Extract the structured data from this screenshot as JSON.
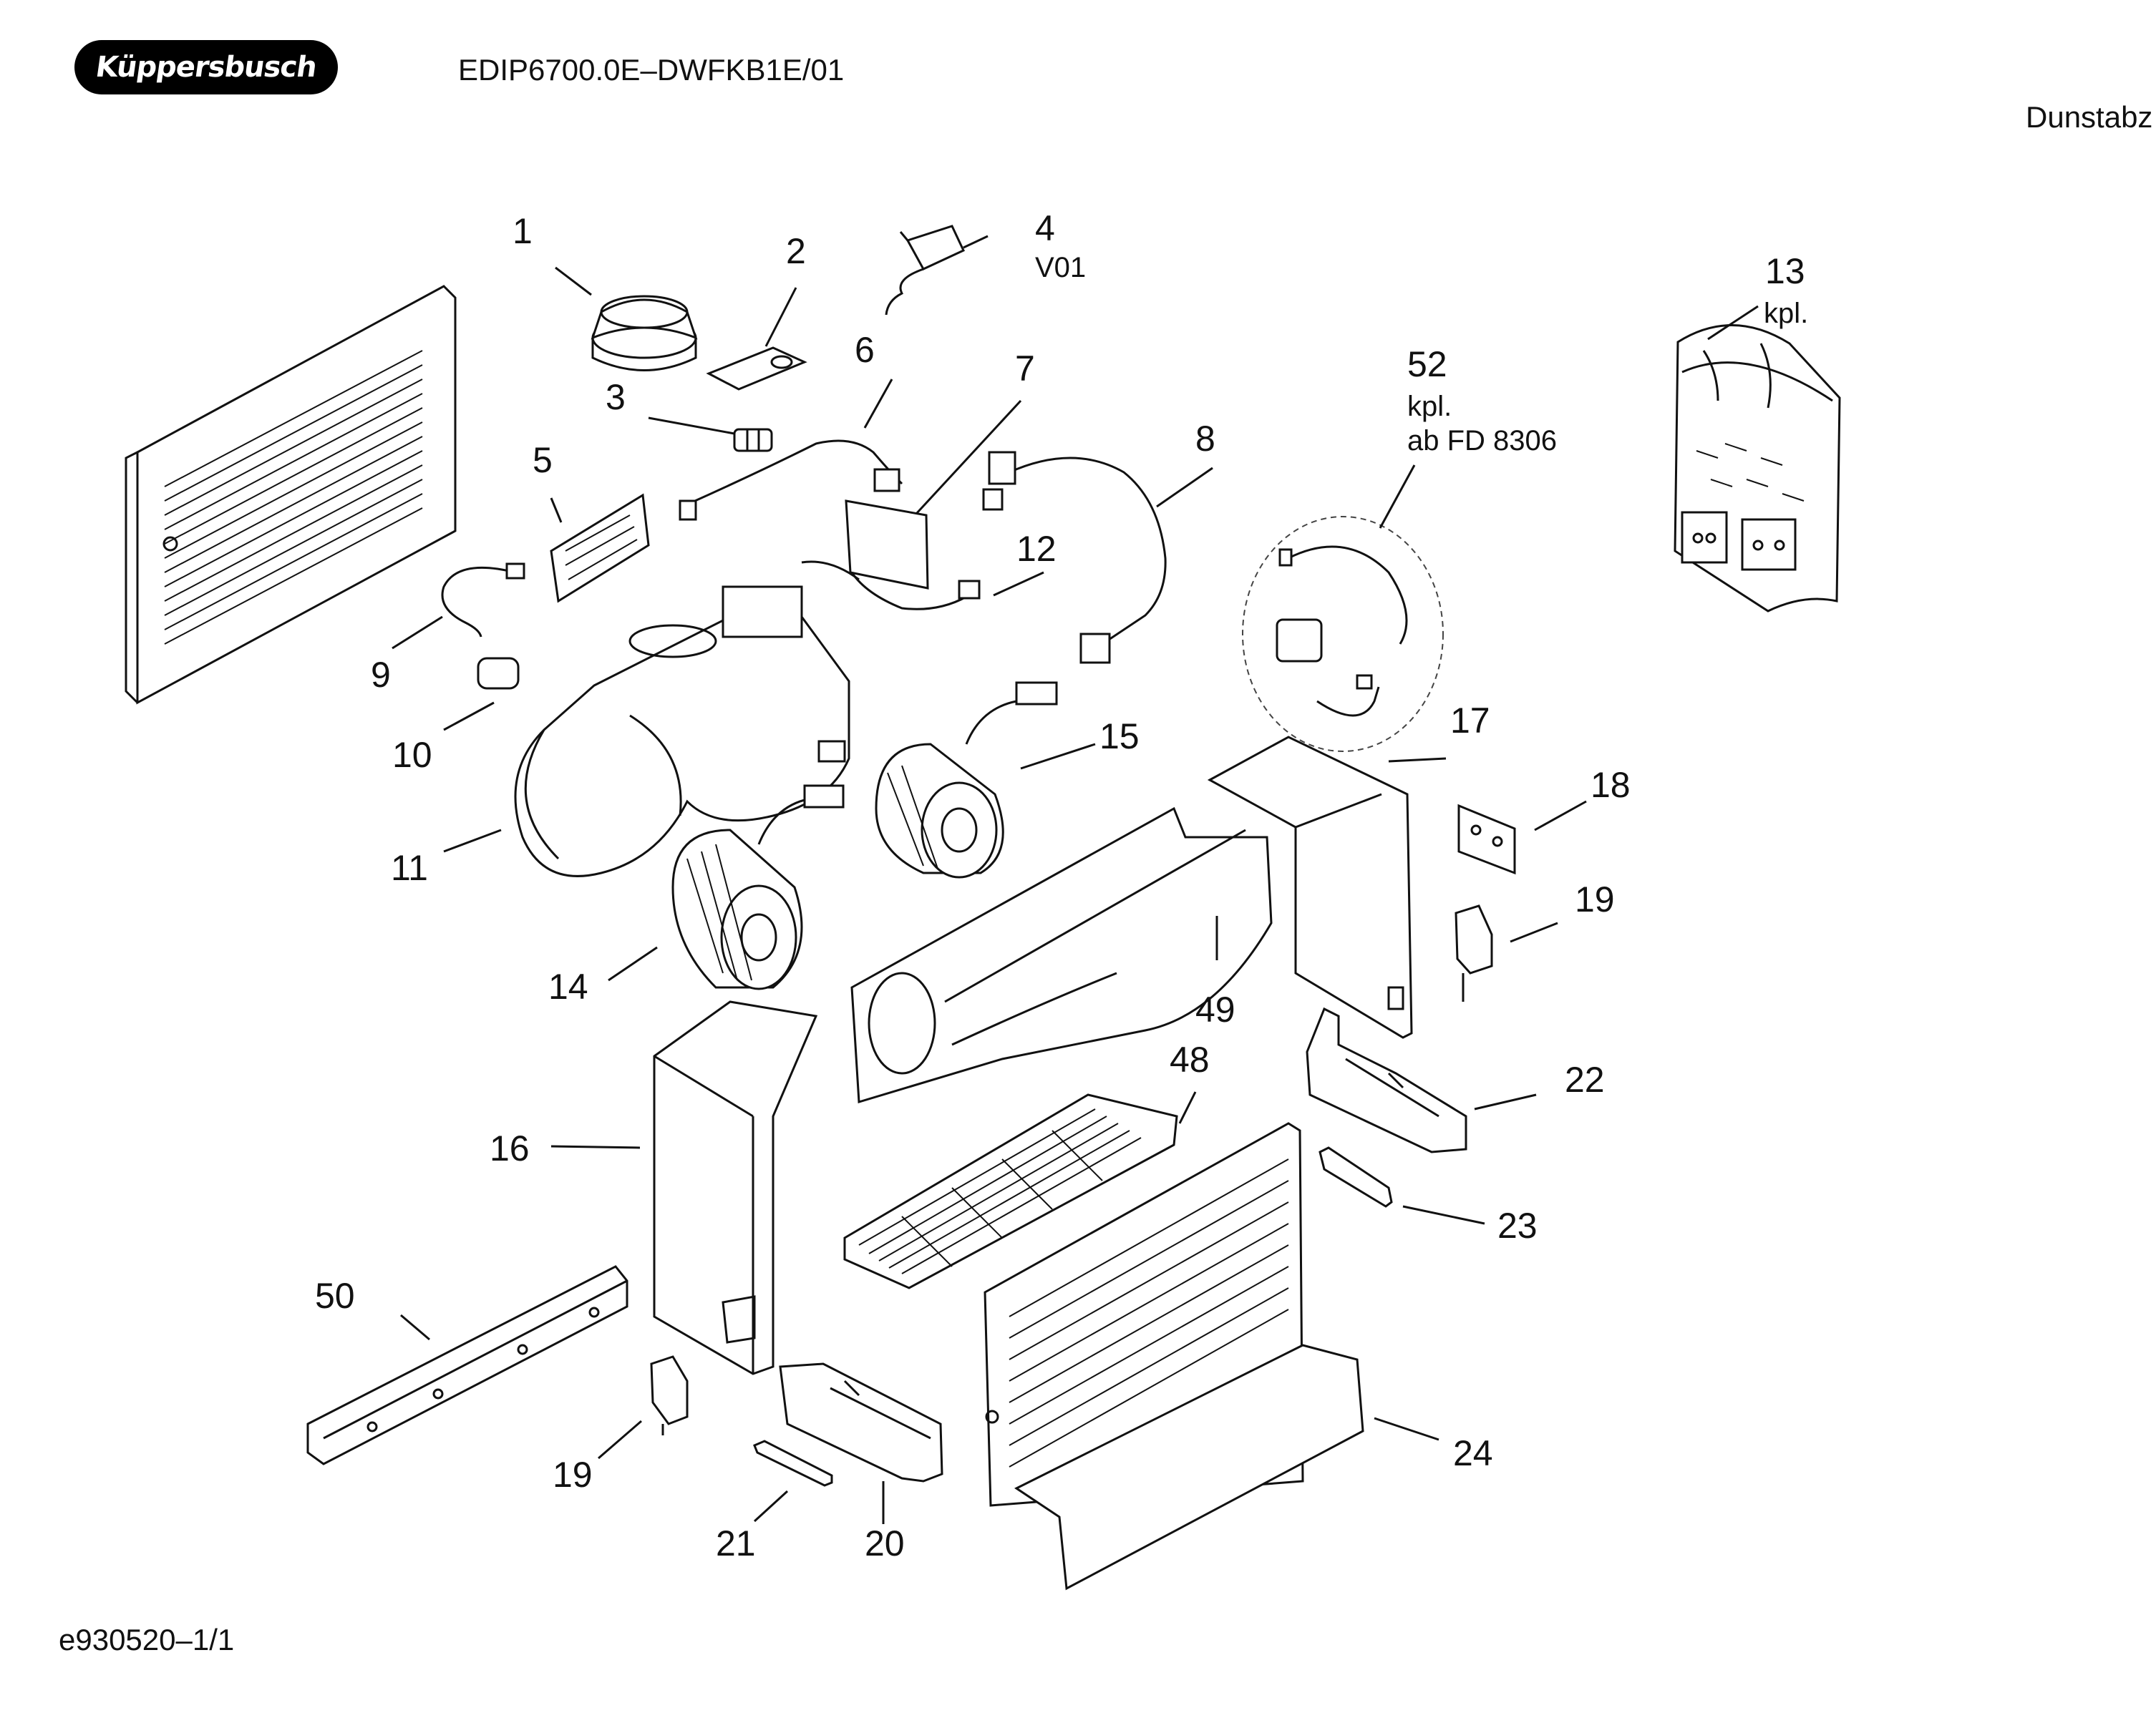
{
  "header": {
    "brand": "Küppersbusch",
    "model_code": "EDIP6700.0E–DWFKB1E/01",
    "category": "Dunstabz"
  },
  "footer": {
    "drawing_id": "e930520–1/1"
  },
  "parts": {
    "p1": "1",
    "p2": "2",
    "p3": "3",
    "p4": "4",
    "p4_note": "V01",
    "p5": "5",
    "p6": "6",
    "p7": "7",
    "p8": "8",
    "p9": "9",
    "p10": "10",
    "p11": "11",
    "p12": "12",
    "p13": "13",
    "p13_note": "kpl.",
    "p14": "14",
    "p15": "15",
    "p16": "16",
    "p17": "17",
    "p18": "18",
    "p19a": "19",
    "p19b": "19",
    "p20": "20",
    "p21": "21",
    "p22": "22",
    "p23": "23",
    "p24": "24",
    "p48": "48",
    "p49": "49",
    "p50": "50",
    "p52": "52",
    "p52_note1": "kpl.",
    "p52_note2": "ab FD 8306"
  }
}
